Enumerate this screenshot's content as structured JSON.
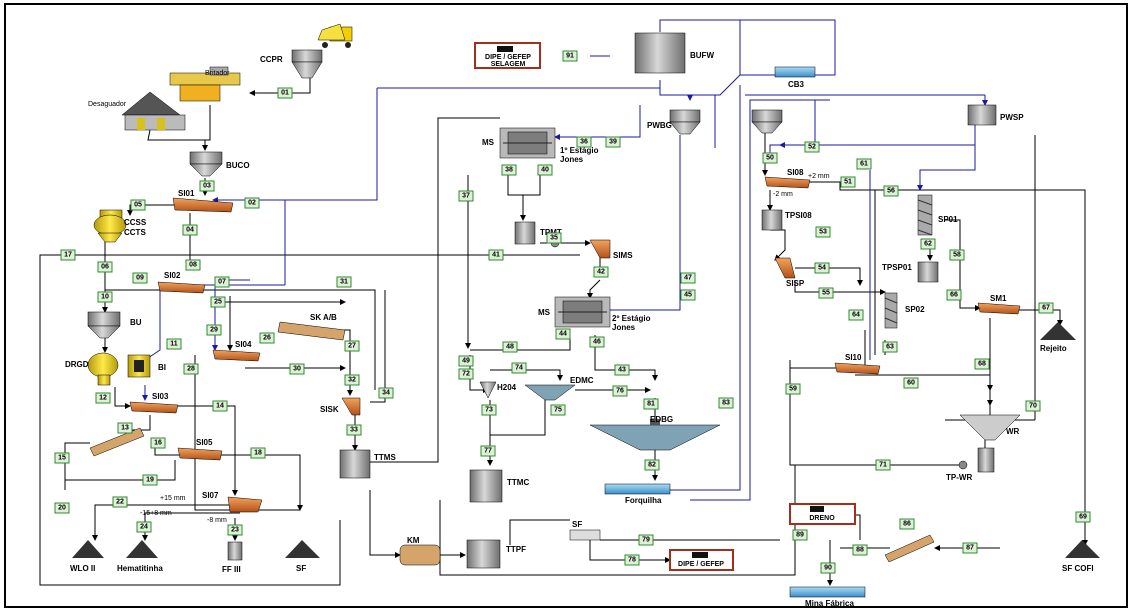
{
  "colors": {
    "stream_badge": "#2e8b2e",
    "stream_badge_text": "#000000",
    "line_black": "#000000",
    "line_blue": "#1a1aa0",
    "screen_orange": "#c8611b",
    "tank_grey": "#9a9a9a",
    "water_blue": "#5fb6e8",
    "box_red": "#a0301c",
    "yellow": "#e8d020"
  },
  "equipment": {
    "ccpr": "CCPR",
    "britador": "Britador",
    "desaguador": "Desaguador",
    "buco": "BUCO",
    "si01": "SI01",
    "ccss": "CCSS",
    "ccts": "CCTS",
    "si02": "SI02",
    "bu": "BU",
    "drgd": "DRGD",
    "bi": "BI",
    "si03": "SI03",
    "si04": "SI04",
    "si05": "SI05",
    "si07": "SI07",
    "sk_ab": "SK A/B",
    "sisk": "SISK",
    "ttms": "TTMS",
    "ms1": "MS",
    "ms1_stage": "1º Estágio",
    "ms1_stage2": "Jones",
    "ms2": "MS",
    "ms2_stage": "2º Estágio",
    "ms2_stage2": "Jones",
    "tpmt": "TPMT",
    "sims": "SIMS",
    "pwbg": "PWBG",
    "bufw": "BUFW",
    "cb3": "CB3",
    "h204": "H204",
    "edmc": "EDMC",
    "edbg": "EDBG",
    "ttmc": "TTMC",
    "forquilha": "Forquilha",
    "km": "KM",
    "ttpf": "TTPF",
    "sf_box": "SF",
    "mina_fabrica": "Mina Fábrica",
    "dreno": "DRENO",
    "si08": "SI08",
    "si08_top": "+2 mm",
    "si08_bot": "-2 mm",
    "tpsi08": "TPSI08",
    "sisp": "SISP",
    "tpsp01": "TPSP01",
    "sp01": "SP01",
    "sp02": "SP02",
    "sm1": "SM1",
    "rejeito": "Rejeito",
    "si10": "SI10",
    "wr": "WR",
    "tp_wr": "TP-WR",
    "pwsp": "PWSP",
    "sf_cofi": "SF COFI",
    "wlo": "WLO II",
    "hematitinha": "Hematitinha",
    "ff3": "FF III",
    "sf_pile": "SF",
    "si07_a": "+15 mm",
    "si07_b": "-15+8 mm",
    "si07_c": "-8 mm"
  },
  "boxes": {
    "dipe_top_1": "DIPE / GEFEP",
    "dipe_top_2": "SELAGEM",
    "dipe_bottom": "DIPE / GEFEP",
    "dreno": "DRENO"
  },
  "streams": [
    "01",
    "02",
    "03",
    "04",
    "05",
    "06",
    "07",
    "08",
    "09",
    "10",
    "11",
    "12",
    "13",
    "14",
    "15",
    "16",
    "17",
    "18",
    "19",
    "20",
    "22",
    "23",
    "24",
    "25",
    "26",
    "27",
    "28",
    "29",
    "30",
    "31",
    "32",
    "33",
    "34",
    "35",
    "36",
    "37",
    "38",
    "39",
    "40",
    "41",
    "42",
    "43",
    "44",
    "45",
    "46",
    "47",
    "48",
    "49",
    "50",
    "51",
    "52",
    "53",
    "54",
    "55",
    "56",
    "58",
    "59",
    "60",
    "61",
    "62",
    "63",
    "64",
    "66",
    "67",
    "68",
    "69",
    "70",
    "71",
    "72",
    "73",
    "74",
    "75",
    "76",
    "77",
    "78",
    "79",
    "81",
    "82",
    "83",
    "86",
    "87",
    "88",
    "89",
    "90",
    "91"
  ]
}
